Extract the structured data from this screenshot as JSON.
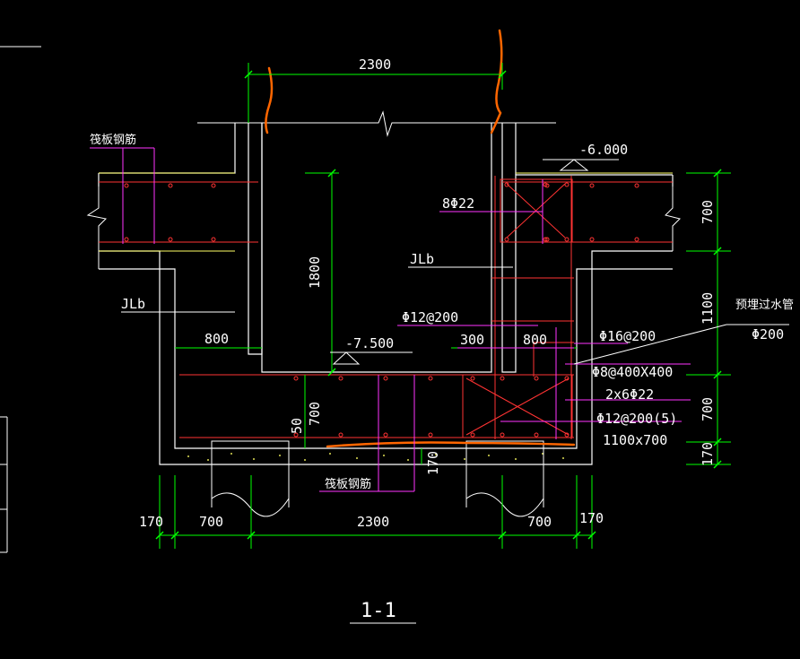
{
  "labels": {
    "dim_top_2300": "2300",
    "level_6000": "-6.000",
    "raft_rebar_top": "筏板钢筋",
    "rebar_8phi22": "8Φ22",
    "jlb_right": "JLb",
    "jlb_left": "JLb",
    "dim_1800": "1800",
    "phi12_200": "Φ12@200",
    "level_7500": "-7.500",
    "dim_300": "300",
    "dim_800_right": "800",
    "phi16_200": "Φ16@200",
    "phi8_400x400": "Φ8@400X400",
    "rebar_2x6phi22": "2x6Φ22",
    "phi12_200_5": "Φ12@200(5)",
    "section_1100x700": "1100x700",
    "dim_800_left": "800",
    "dim_700_mid": "700",
    "dim_50": "50",
    "dim_170_mid": "170",
    "raft_rebar_bottom": "筏板钢筋",
    "embedded_pipe": "预埋过水管",
    "pipe_phi200": "Φ200",
    "dim_r_700_top": "700",
    "dim_r_1100": "1100",
    "dim_r_700_bot": "700",
    "dim_r_170": "170",
    "dim_b_170_left": "170",
    "dim_b_700_left": "700",
    "dim_b_2300": "2300",
    "dim_b_700_right": "700",
    "dim_b_170_right": "170",
    "section_title": "1-1"
  },
  "colors": {
    "background": "#000000",
    "dimension": "#00ff00",
    "concrete_outline": "#ffffff",
    "slab_line": "#ffff66",
    "rebar": "#ff3333",
    "leader": "#ff33ff",
    "break_line": "#ff6600",
    "text": "#ffffff"
  }
}
